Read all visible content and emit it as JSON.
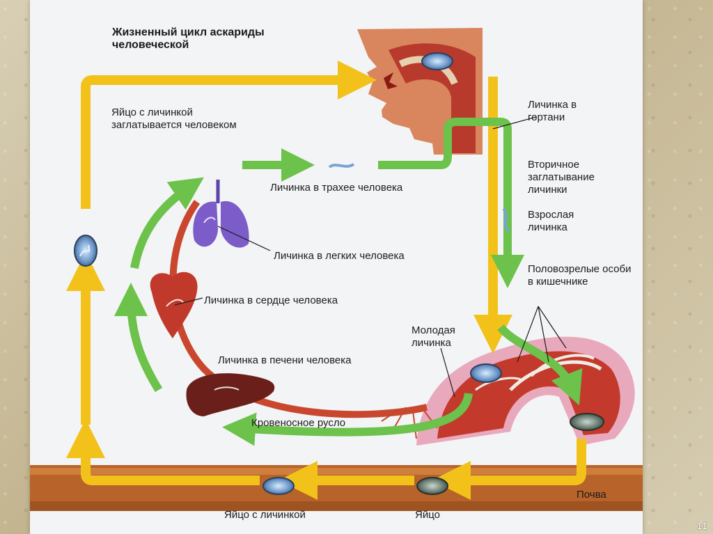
{
  "title": "Жизненный цикл аскариды человеческой",
  "labels": {
    "egg_swallowed": "Яйцо с личинкой заглатывается человеком",
    "larva_larynx": "Личинка в гортани",
    "secondary_swallow": "Вторичное заглатывание личинки",
    "larva_trachea": "Личинка в трахее человека",
    "adult_larva": "Взрослая личинка",
    "larva_lungs": "Личинка в легких человека",
    "mature_intestine": "Половозрелые особи в кишечнике",
    "larva_heart": "Личинка в сердце человека",
    "young_larva": "Молодая личинка",
    "larva_liver": "Личинка в печени человека",
    "bloodstream": "Кровеносное русло",
    "soil": "Почва",
    "egg_with_larva": "Яйцо с личинкой",
    "egg": "Яйцо"
  },
  "page_number": "11",
  "colors": {
    "yellow_arrow": "#f2c21b",
    "green_arrow": "#6cc24a",
    "tissue_red": "#c0392b",
    "intestine_pink": "#e9a9bd",
    "soil_brown": "#b8632a",
    "lung_purple": "#7b5cc9"
  }
}
